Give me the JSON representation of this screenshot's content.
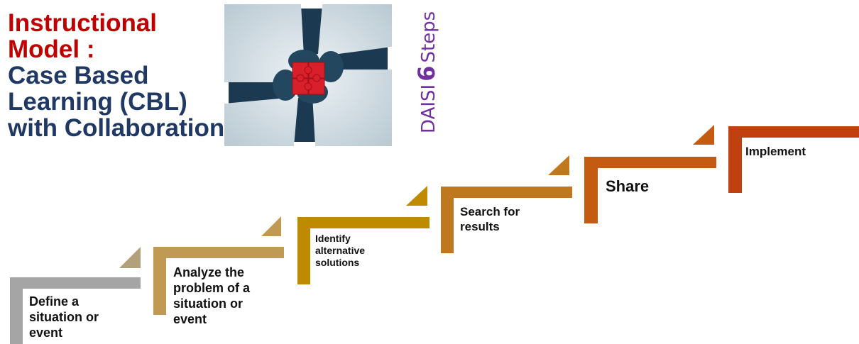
{
  "title": {
    "line1": "Instructional",
    "line2": "Model :",
    "line3": "Case Based",
    "line4": "Learning (CBL)",
    "line5": "with Collaboration"
  },
  "badge": {
    "prefix": "DAISI",
    "number": "6",
    "suffix": "Steps"
  },
  "image": {
    "description_icon": "puzzle-hands-icon"
  },
  "steps": [
    {
      "line1": "Define a",
      "line2": "situation or",
      "line3": "event",
      "color": "#a5a5a5"
    },
    {
      "line1": "Analyze the",
      "line2": "problem of a",
      "line3": "situation or",
      "line4": "event",
      "color": "#c09a55"
    },
    {
      "line1": "Identify",
      "line2": "alternative",
      "line3": "solutions",
      "color": "#bf8a00"
    },
    {
      "line1": "Search for",
      "line2": "results",
      "color": "#c0781e"
    },
    {
      "line1": "Share",
      "color": "#c55a11"
    },
    {
      "line1": "Implement",
      "color": "#c04010"
    }
  ]
}
